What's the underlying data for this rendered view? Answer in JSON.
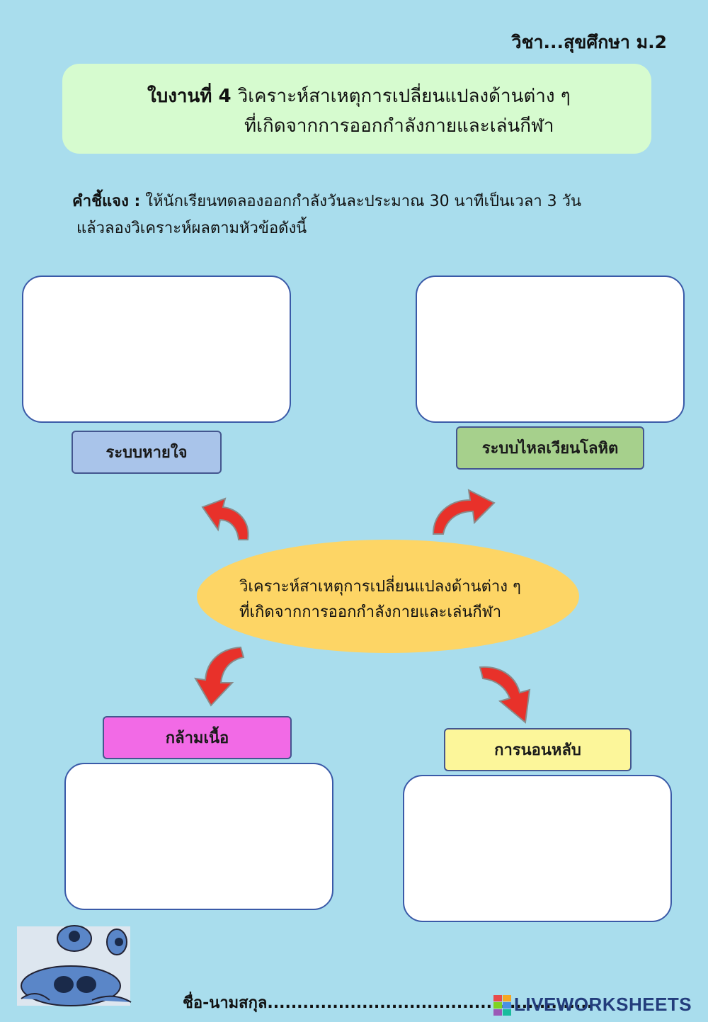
{
  "header": {
    "subject": "วิชา...สุขศึกษา ม.2",
    "worksheet_number": "ใบงานที่ 4",
    "title_line1": "วิเคราะห์สาเหตุการเปลี่ยนแปลงด้านต่าง ๆ",
    "title_line2": "ที่เกิดจากการออกกำลังกายและเล่นกีฬา"
  },
  "instructions": {
    "label": "คำชี้แจง :",
    "line1": "ให้นักเรียนทดลองออกกำลังวันละประมาณ 30 นาทีเป็นเวลา 3 วัน",
    "line2": "แล้วลองวิเคราะห์ผลตามหัวข้อดังนี้"
  },
  "center": {
    "line1": "วิเคราะห์สาเหตุการเปลี่ยนแปลงด้านต่าง ๆ",
    "line2": "ที่เกิดจากการออกกำลังกายและเล่นกีฬา"
  },
  "topics": {
    "respiratory": {
      "label": "ระบบหายใจ",
      "color": "#a9c4ea"
    },
    "circulatory": {
      "label": "ระบบไหลเวียนโลหิต",
      "color": "#a6d08c"
    },
    "muscle": {
      "label": "กล้ามเนื้อ",
      "color": "#f26ae6"
    },
    "sleep": {
      "label": "การนอนหลับ",
      "color": "#fcf69a"
    }
  },
  "footer": {
    "name_line": "ชื่อ-นามสกุล.......................................................",
    "watermark": "LIVEWORKSHEETS"
  },
  "colors": {
    "background": "#a9dded",
    "title_box": "#d6fbcf",
    "center_ellipse": "#fdd565",
    "arrow": "#e8312a"
  }
}
